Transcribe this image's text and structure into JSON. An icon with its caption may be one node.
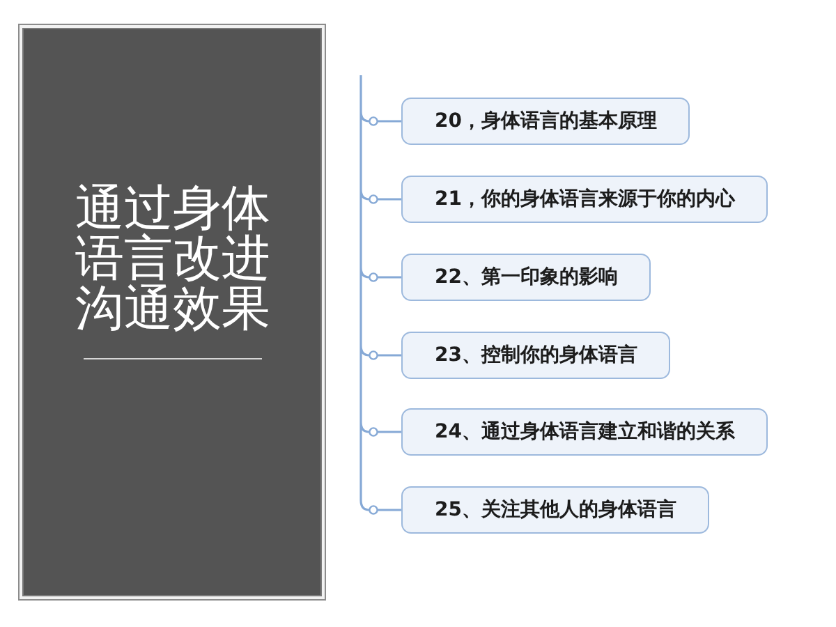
{
  "diagram": {
    "nodes": [
      {
        "text": [
          "通过身体语言改进沟通效果"
        ]
      },
      {
        "text": [
          "20，身体语言的基本原理"
        ]
      },
      {
        "text": [
          "21，你的身体语言来源于你的内心"
        ]
      },
      {
        "text": [
          "22、第一印象的影响"
        ]
      },
      {
        "text": [
          "23、控制你的身体语言"
        ]
      },
      {
        "text": [
          "24、通过身体语言建立和谐的关系"
        ]
      },
      {
        "text": [
          "25、关注其他人的身体语言"
        ]
      }
    ],
    "edges": [
      {
        "from": null,
        "to": 1,
        "arrow": "other"
      },
      {
        "from": null,
        "to": 2,
        "arrow": "other"
      },
      {
        "from": null,
        "to": 3,
        "arrow": "other"
      },
      {
        "from": null,
        "to": 4,
        "arrow": "other"
      },
      {
        "from": null,
        "to": 5,
        "arrow": "other"
      },
      {
        "from": null,
        "to": 6,
        "arrow": "other"
      }
    ]
  }
}
